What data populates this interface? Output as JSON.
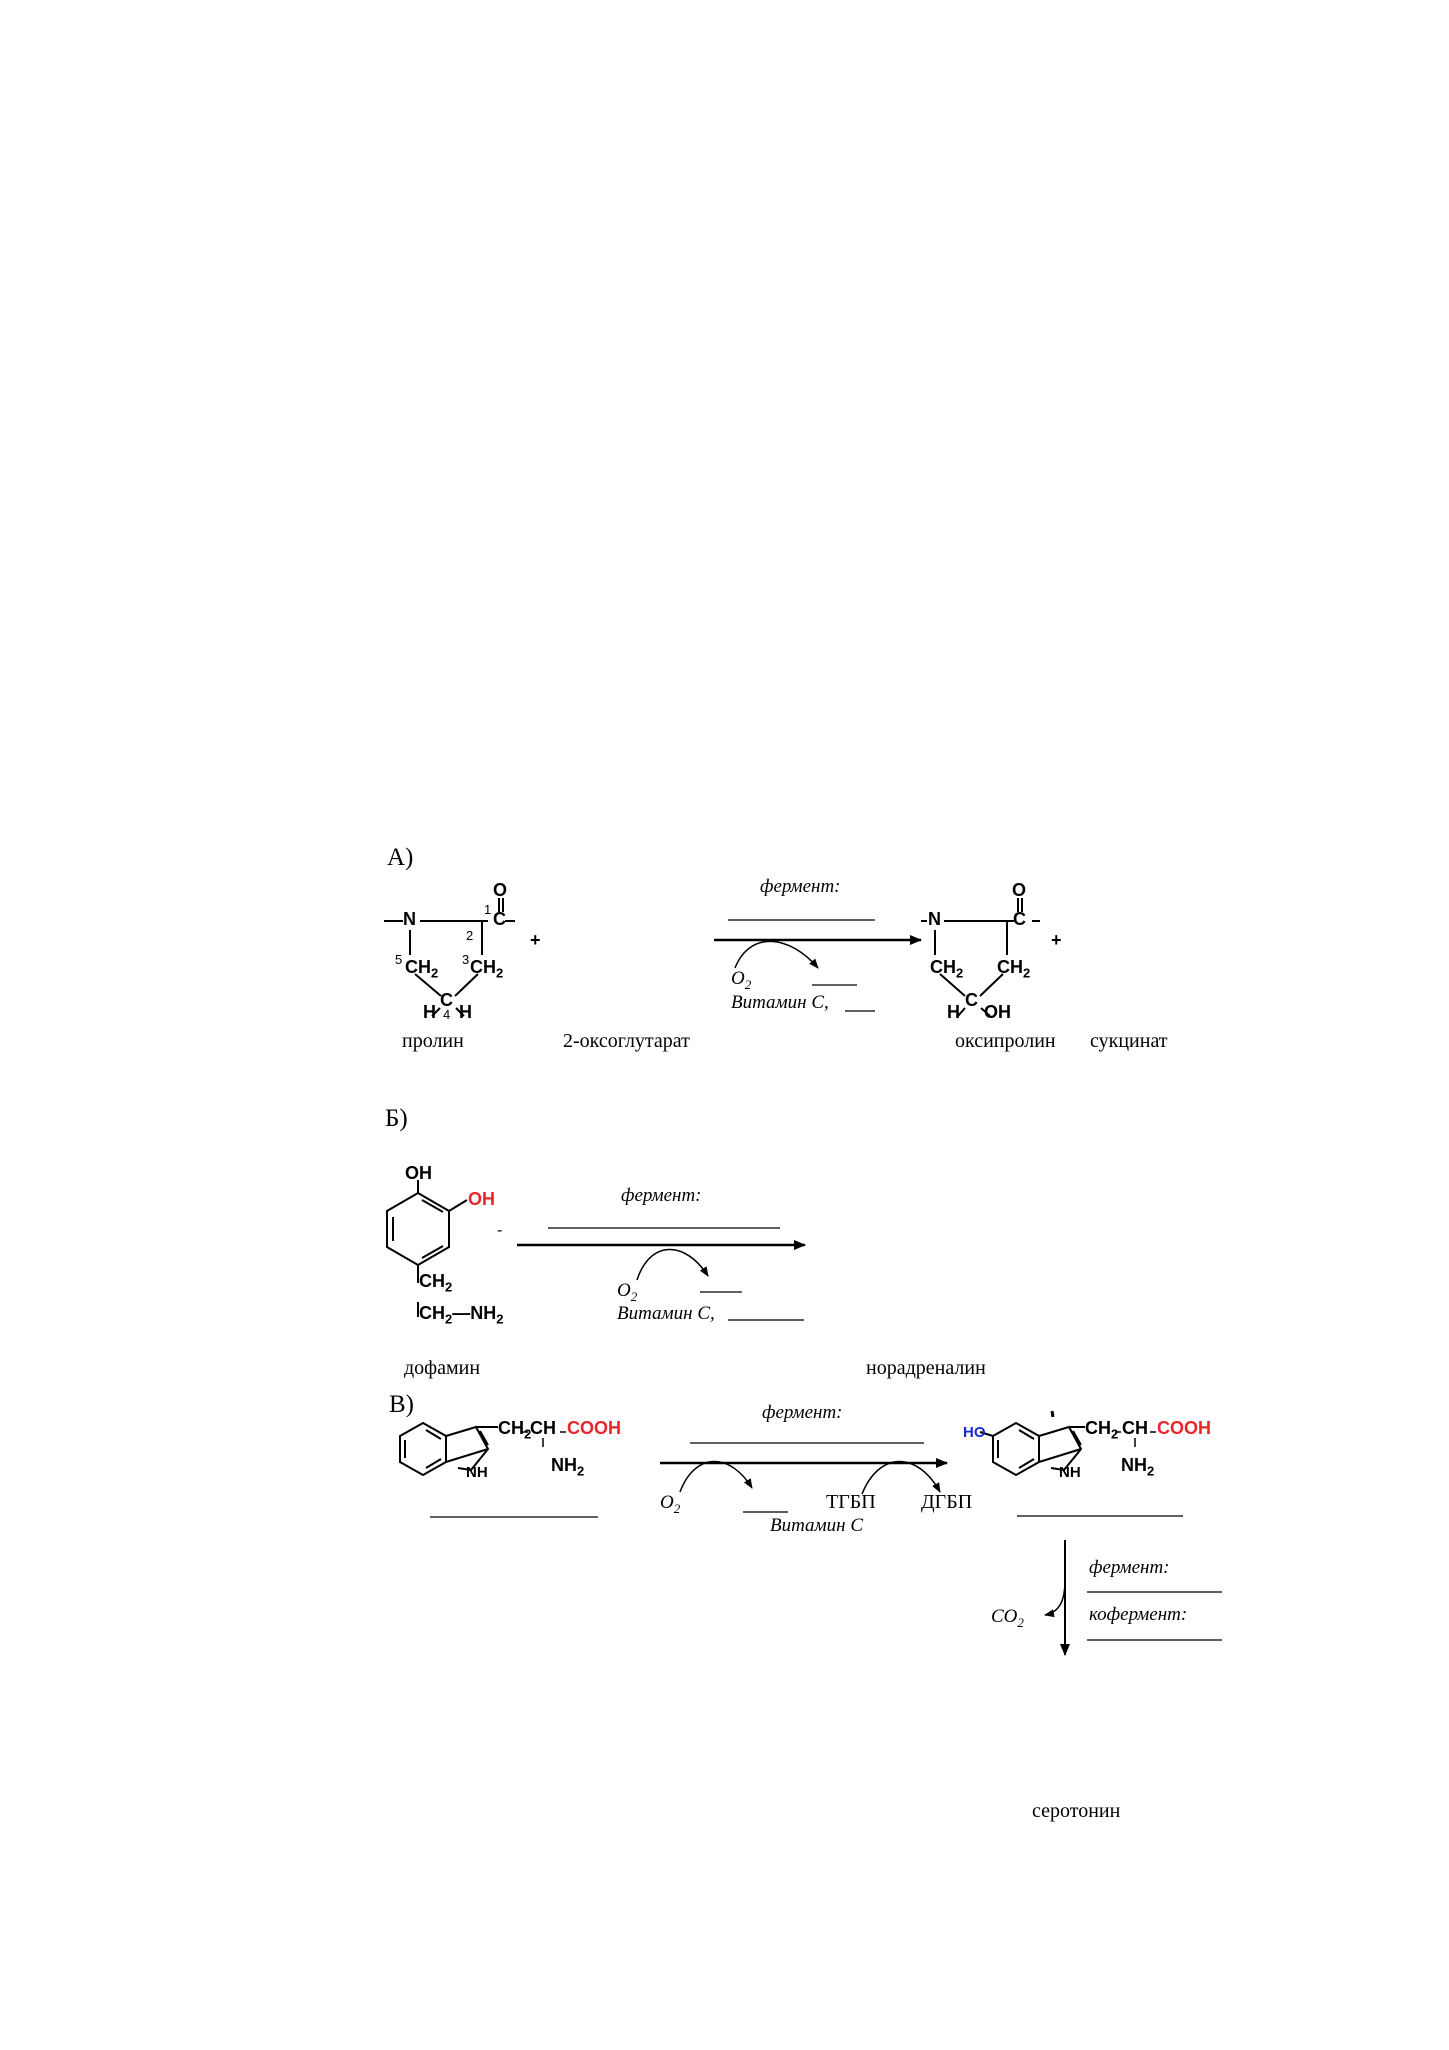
{
  "colors": {
    "red": "#e8262b",
    "blue": "#1a28d6",
    "ink": "#000000"
  },
  "section_a": {
    "label": "А)",
    "enzyme_label": "фермент:",
    "cofactor_o2": "O",
    "cofactor_o2_sub": "2",
    "vitamin": "Витамин С,",
    "plus_1": "+",
    "plus_2": "+",
    "names": {
      "proline": "пролин",
      "oxoglutarate": "2-оксоглутарат",
      "hydroxyproline": "оксипролин",
      "succinate": "сукцинат"
    },
    "proline_struct": {
      "n": "N",
      "o": "O",
      "c": "C",
      "ch2_a": "CH",
      "ch2_b": "CH",
      "sub2": "2",
      "h_left": "H",
      "h_right": "H",
      "c4": "C",
      "n1": "1",
      "n2": "2",
      "n3": "3",
      "n4": "4",
      "n5": "5"
    },
    "hyp_struct": {
      "n": "N",
      "o": "O",
      "c": "C",
      "ch2_a": "CH",
      "ch2_b": "CH",
      "sub2": "2",
      "h": "H",
      "c4": "C",
      "oh": "OH"
    }
  },
  "section_b": {
    "label": "Б)",
    "enzyme_label": "фермент:",
    "cofactor_o2": "O",
    "cofactor_o2_sub": "2",
    "vitamin": "Витамин С,",
    "dash": "-",
    "names": {
      "dopamine": "дофамин",
      "noradrenaline": "норадреналин"
    },
    "dopamine_struct": {
      "oh_top": "OH",
      "oh_red": "OH",
      "ch2": "CH",
      "ch2nh2": "CH",
      "nh2": "—NH",
      "sub2": "2"
    }
  },
  "section_c": {
    "label": "В)",
    "enzyme_label": "фермент:",
    "cofactor_o2": "O",
    "cofactor_o2_sub": "2",
    "bh4": "ТГБП",
    "bh2": "ДГБП",
    "vitamin": "Витамин С",
    "enzyme_label_2": "фермент:",
    "coenzyme_label": "кофермент:",
    "co2": "CO",
    "co2_sub": "2",
    "names": {
      "serotonin": "серотонин"
    },
    "trp_struct": {
      "ch2": "CH",
      "sub2": "2",
      "ch": "CH",
      "cooh": "COOH",
      "nh": "NH",
      "nh2": "NH"
    },
    "htp_struct": {
      "ho": "HO",
      "ch2": "CH",
      "sub2": "2",
      "ch": "CH",
      "cooh": "COOH",
      "nh": "NH",
      "nh2": "NH"
    }
  }
}
